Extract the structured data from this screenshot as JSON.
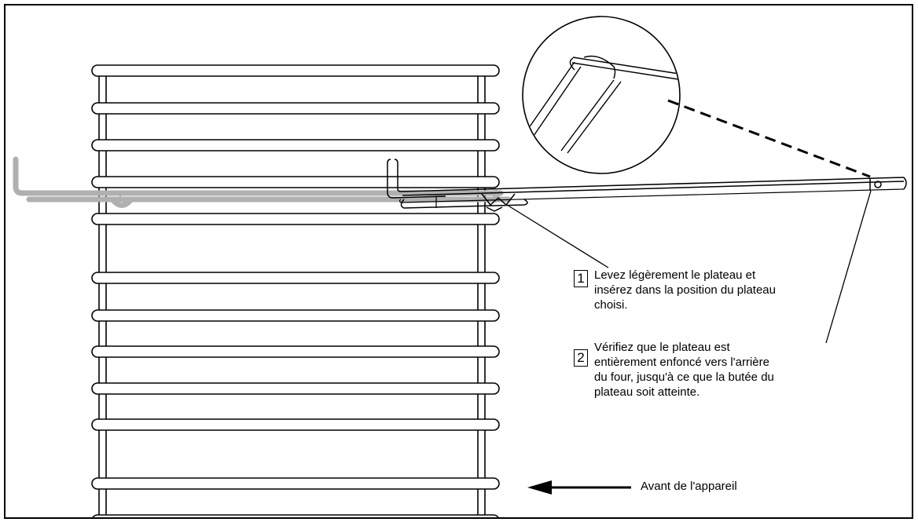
{
  "steps": [
    {
      "number": "1",
      "text_lines": [
        "Levez légèrement le plateau et",
        "insérez dans la position du plateau",
        "choisi."
      ]
    },
    {
      "number": "2",
      "text_lines": [
        "Vérifiez que le plateau est",
        "entièrement enfoncé vers l'arrière",
        "du four, jusqu'à ce que la butée du",
        "plateau soit atteinte."
      ]
    }
  ],
  "front_label": "Avant de l'appareil",
  "colors": {
    "line": "#000000",
    "ghost_rack": "#b0b0b0",
    "background": "#ffffff"
  }
}
